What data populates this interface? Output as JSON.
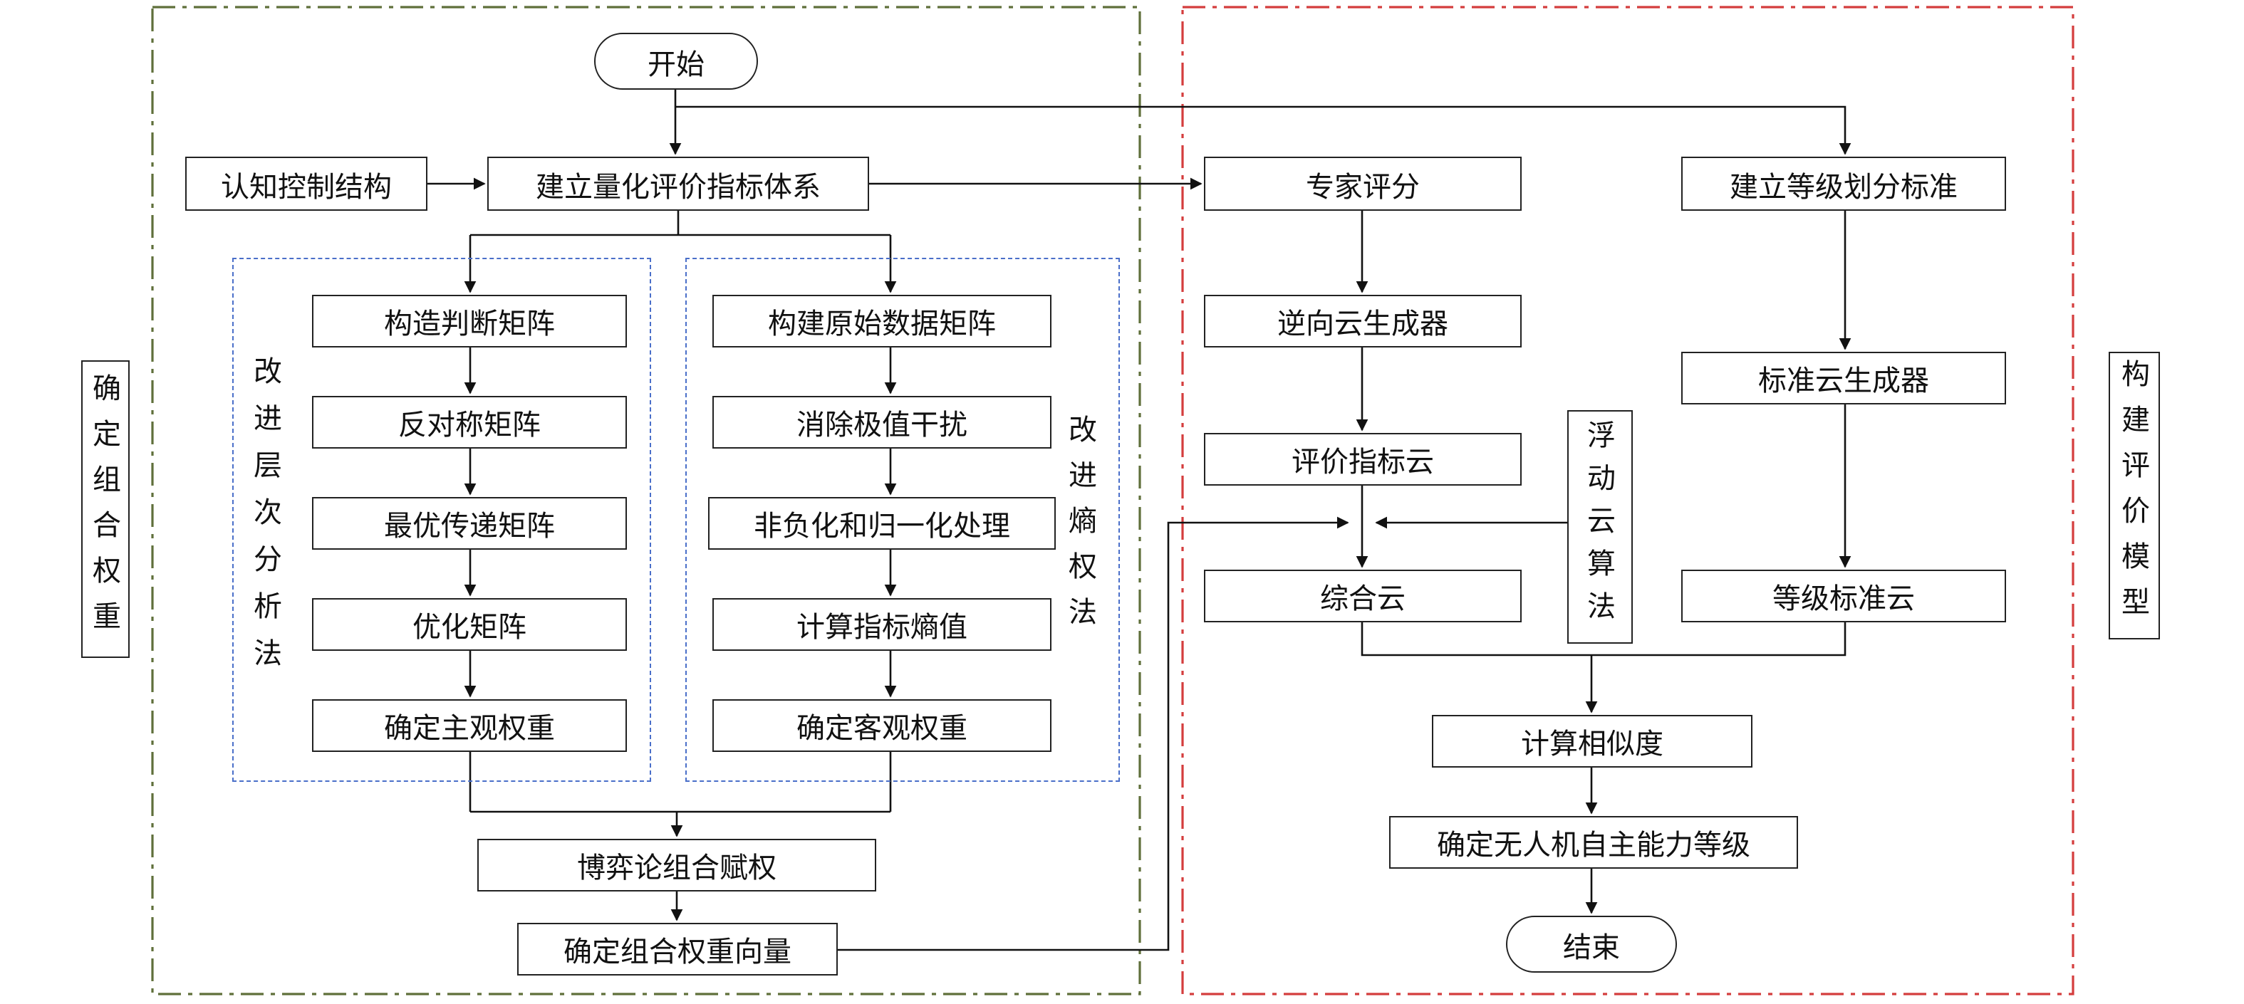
{
  "diagram": {
    "title": "UAV autonomy capability evaluation flowchart",
    "left_region_label": "确定组合权重",
    "right_region_label": "构建评价模型",
    "ahp_method_label": "改进层次分析法",
    "entropy_method_label": "改进熵权法",
    "nodes": {
      "start": "开始",
      "cognitive_structure": "认知控制结构",
      "build_index_system": "建立量化评价指标体系",
      "expert_score": "专家评分",
      "grade_division_standard": "建立等级划分标准",
      "judge_matrix": "构造判断矩阵",
      "antisymmetric_matrix": "反对称矩阵",
      "optimal_transfer_matrix": "最优传递矩阵",
      "optimize_matrix": "优化矩阵",
      "subjective_weight": "确定主观权重",
      "raw_data_matrix": "构建原始数据矩阵",
      "remove_extreme": "消除极值干扰",
      "normalize": "非负化和归一化处理",
      "entropy_value": "计算指标熵值",
      "objective_weight": "确定客观权重",
      "game_theory_weighting": "博弈论组合赋权",
      "weight_vector": "确定组合权重向量",
      "reverse_cloud_generator": "逆向云生成器",
      "eval_index_cloud": "评价指标云",
      "composite_cloud": "综合云",
      "floating_cloud_algorithm": "浮动云算法",
      "standard_cloud_generator": "标准云生成器",
      "grade_standard_cloud": "等级标准云",
      "calc_similarity": "计算相似度",
      "uav_autonomy_grade": "确定无人机自主能力等级",
      "end": "结束"
    },
    "colors": {
      "left_region_border": "#5f6f3a",
      "right_region_border": "#d43d3d",
      "inner_dashed_border": "#4a6fc9",
      "node_border": "#222222",
      "line": "#111111",
      "background": "#ffffff"
    }
  }
}
